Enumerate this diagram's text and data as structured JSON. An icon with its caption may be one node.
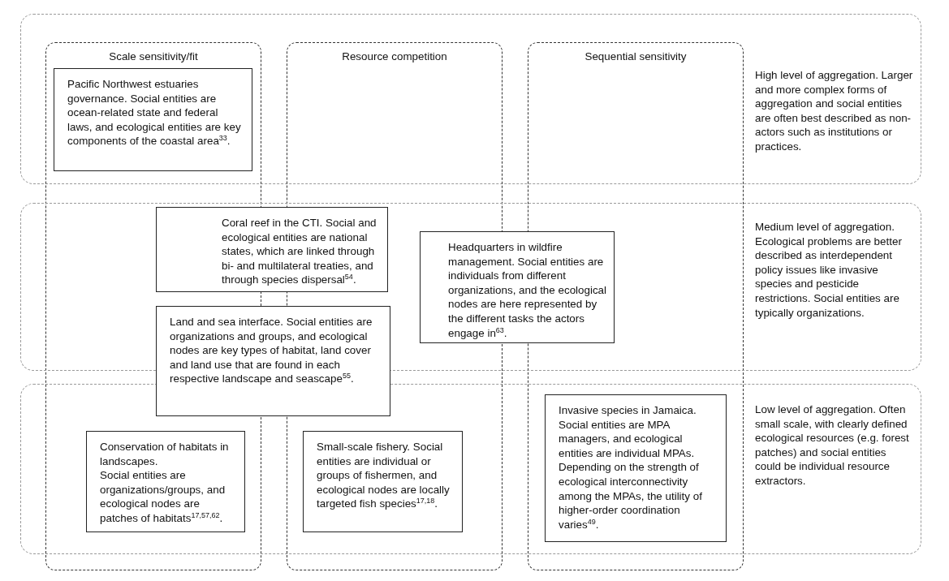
{
  "diagram": {
    "nodes": [
      {
        "text": [
          "High level of aggregation. Larger and more complex forms of aggregation and social entities are often best described as non-actors such as institutions or practices."
        ]
      },
      {
        "text": [
          "Scale sensitivity/fit"
        ]
      },
      {
        "text": [
          "Resource competition"
        ]
      },
      {
        "text": [
          "Sequential sensitivity"
        ]
      },
      {
        "text": [
          "Pacific Northwest estuaries governance. Social entities are ocean-related state and federal laws, and ecological entities are key components of the coastal area$^{33}$."
        ]
      },
      {
        "text": [
          "Medium level of aggregation. Ecological problems are better described as interdependent policy issues like invasive species and pesticide restrictions. Social entities are typically organizations."
        ]
      },
      {
        "text": [
          "Coral reef in the CTI. Social and ecological entities are national states, which are linked through bi- and multilateral treaties, and through species dispersal$^{54}$."
        ],
        "in": 5
      },
      {
        "text": [
          "Headquarters in wildfire management. Social entities are individuals from different organizations, and the ecological nodes are here represented by the different tasks the actors engage in$^{63}$."
        ],
        "in": 5
      },
      {
        "text": [
          "Land and sea interface. Social entities are organizations and groups, and ecological nodes are key types of habitat, land cover and land use that are found in each respective landscape and seascape$^{55}$."
        ]
      },
      {
        "text": [
          "Low level of aggregation. Often small scale, with clearly defined ecological resources (e.g. forest patches) and social entities could be individual resource extractors."
        ]
      },
      {
        "text": [
          "Conservation of habitats in landscapes.",
          "Social entities are organizations/groups, and ecological nodes are patches of habitats$^{17,57,62}$."
        ]
      },
      {
        "text": [
          "Small-scale fishery. Social entities are individual or groups of fishermen, and ecological nodes are locally targeted fish species$^{17,18}$."
        ]
      },
      {
        "text": [
          "Invasive species in Jamaica. Social entities are MPA managers, and ecological entities are individual MPAs. Depending on the strength of ecological interconnectivity among the MPAs, the utility of higher-order coordination varies$^{49}$."
        ]
      }
    ]
  }
}
